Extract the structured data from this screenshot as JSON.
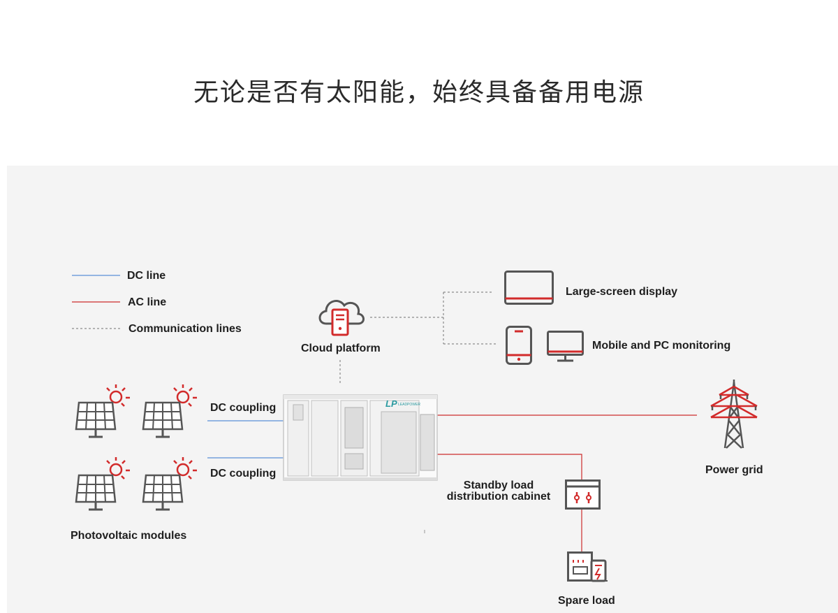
{
  "title": "无论是否有太阳能，始终具备备用电源",
  "legend": {
    "dc_line": "DC line",
    "ac_line": "AC line",
    "comm_lines": "Communication lines"
  },
  "nodes": {
    "cloud_platform": "Cloud platform",
    "large_screen": "Large-screen display",
    "mobile_pc": "Mobile and PC monitoring",
    "dc_coupling_top": "DC coupling",
    "dc_coupling_bottom": "DC coupling",
    "power_grid": "Power grid",
    "standby_cabinet_line1": "Standby load",
    "standby_cabinet_line2": "distribution cabinet",
    "pv_modules": "Photovoltaic modules",
    "spare_load": "Spare load"
  },
  "cabinet_brand": "LEADPOWER",
  "cabinet_logo": "LP",
  "colors": {
    "dc_line": "#5b8fd6",
    "ac_line": "#cc2a2a",
    "comm_line": "#8a8a8a",
    "icon_gray": "#555555",
    "accent_red": "#d22b2b",
    "panel_bg": "#f4f4f4",
    "logo_teal": "#2a9aa0"
  }
}
